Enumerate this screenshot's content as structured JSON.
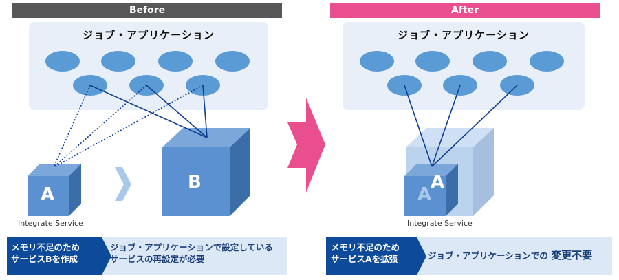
{
  "before": {
    "header": "Before",
    "panel_title": "ジョブ・アプリケーション",
    "cube_small_label": "A",
    "cube_big_label": "B",
    "service_label": "Integrate Service",
    "note_left_line1": "メモリ不足のため",
    "note_left_line2": "サービスBを作成",
    "note_right_line1": "ジョブ・アプリケーションで設定している",
    "note_right_line2": "サービスの再設定が必要"
  },
  "after": {
    "header": "After",
    "panel_title": "ジョブ・アプリケーション",
    "cube_front_label": "A",
    "cube_back_label": "A",
    "service_label": "Integrate Service",
    "note_left_line1": "メモリ不足のため",
    "note_left_line2": "サービスAを拡張",
    "note_right_text": "ジョブ・アプリケーションでの",
    "note_right_emph": "変更不要"
  },
  "colors": {
    "before_header": "#575757",
    "after_header": "#e94e8e",
    "panel": "#e9eff8",
    "node": "#5b9bd5",
    "link": "#0b3d91",
    "note_dark": "#0e4a9a",
    "note_light": "#dde8f6",
    "transition_arrow": "#e94e8e"
  }
}
